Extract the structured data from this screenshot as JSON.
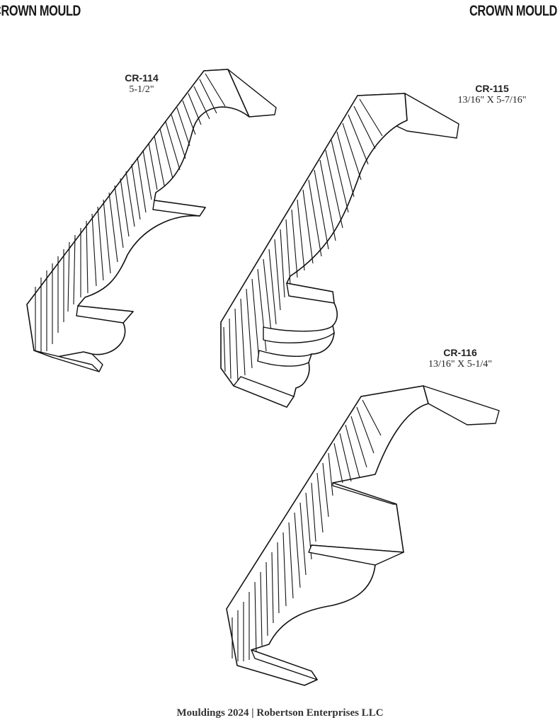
{
  "header": {
    "left_title": "CROWN MOULD",
    "right_title": "CROWN MOULD"
  },
  "profiles": [
    {
      "code": "CR-114",
      "dims": "5-1/2\""
    },
    {
      "code": "CR-115",
      "dims": "13/16\" X 5-7/16\""
    },
    {
      "code": "CR-116",
      "dims": "13/16\" X 5-1/4\""
    }
  ],
  "footer": {
    "text": "Mouldings 2024 | Robertson Enterprises LLC"
  }
}
